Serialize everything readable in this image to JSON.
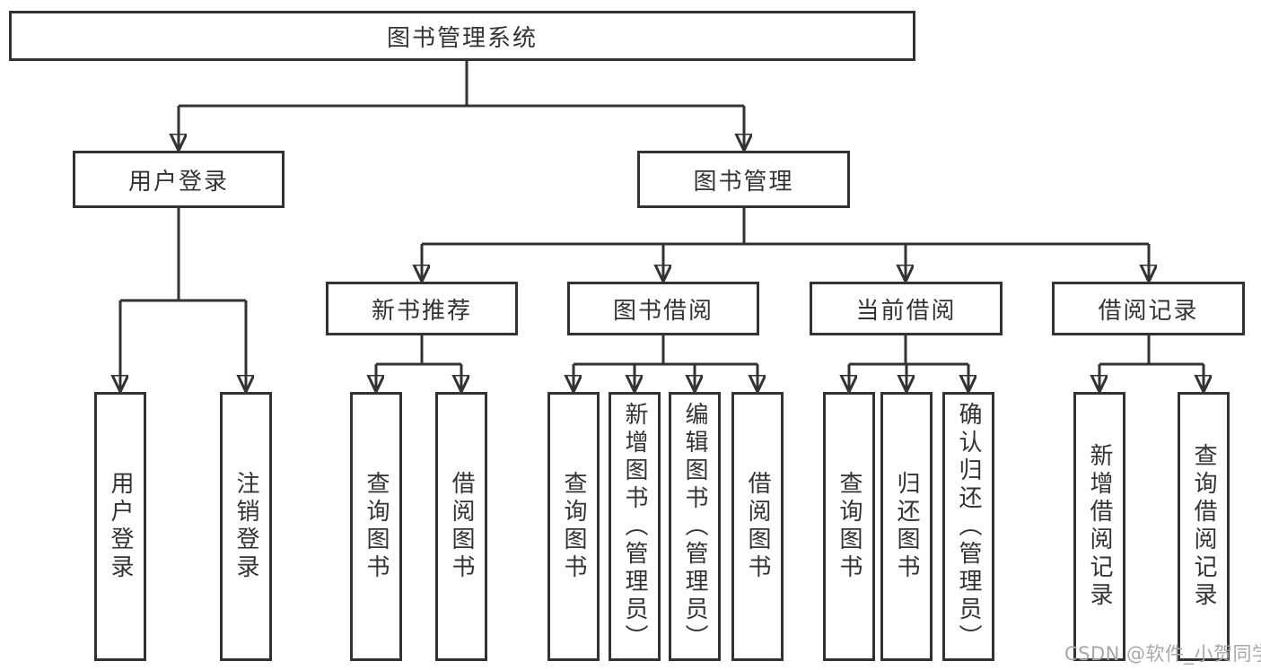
{
  "diagram_type": "hierarchy-tree",
  "watermark": "CSDN @软件_小贺同学",
  "colors": {
    "line": "#333333",
    "text": "#333333",
    "box_background": "#ffffff",
    "page_background": "#ffffff",
    "watermark": "#a8a8a8"
  },
  "tree": {
    "label": "图书管理系统",
    "children": [
      {
        "label": "用户登录",
        "children": [
          {
            "label": "用户登录"
          },
          {
            "label": "注销登录"
          }
        ]
      },
      {
        "label": "图书管理",
        "children": [
          {
            "label": "新书推荐",
            "children": [
              {
                "label": "查询图书"
              },
              {
                "label": "借阅图书"
              }
            ]
          },
          {
            "label": "图书借阅",
            "children": [
              {
                "label": "查询图书"
              },
              {
                "label": "新增图书（管理员）"
              },
              {
                "label": "编辑图书（管理员）"
              },
              {
                "label": "借阅图书"
              }
            ]
          },
          {
            "label": "当前借阅",
            "children": [
              {
                "label": "查询图书"
              },
              {
                "label": "归还图书"
              },
              {
                "label": "确认归还（管理员）"
              }
            ]
          },
          {
            "label": "借阅记录",
            "children": [
              {
                "label": "新增借阅记录"
              },
              {
                "label": "查询借阅记录"
              }
            ]
          }
        ]
      }
    ]
  }
}
